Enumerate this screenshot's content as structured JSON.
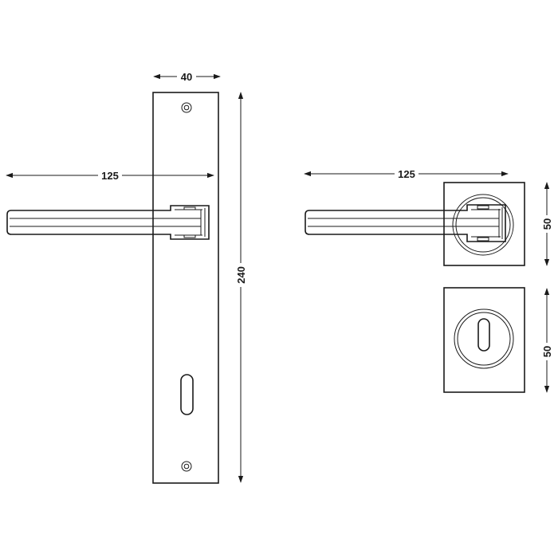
{
  "dimensions": {
    "backplate_width": "40",
    "lever_length_left": "125",
    "backplate_height": "240",
    "lever_length_right": "125",
    "rose_height": "50",
    "escutcheon_height": "50"
  }
}
